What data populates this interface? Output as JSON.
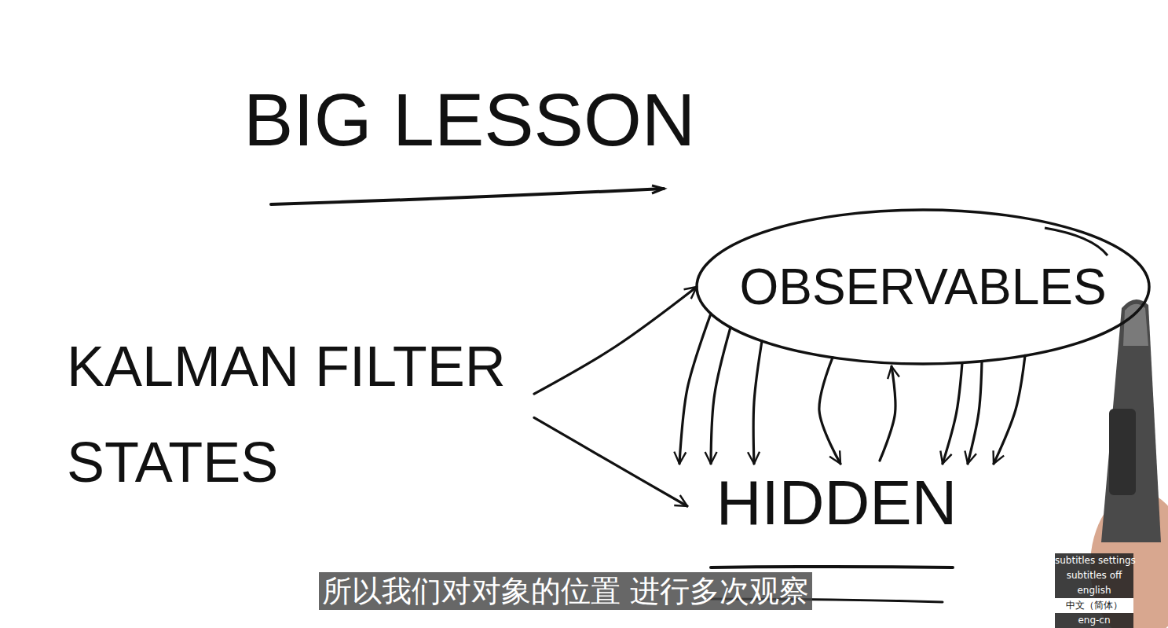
{
  "diagram": {
    "title": "BIG LESSON",
    "nodes": [
      {
        "text": [
          "KALMAN FILTER STATES"
        ]
      },
      {
        "text": [
          "OBSERVABLES"
        ]
      },
      {
        "text": [
          "HIDDEN"
        ]
      }
    ],
    "edges": [
      {
        "from": 0,
        "to": 1,
        "arrow": "to"
      },
      {
        "from": 0,
        "to": 2,
        "arrow": "to"
      },
      {
        "from": 1,
        "to": 2,
        "arrow": "to"
      },
      {
        "from": 1,
        "to": 2,
        "arrow": "to"
      },
      {
        "from": 1,
        "to": 2,
        "arrow": "to"
      },
      {
        "from": 1,
        "to": 2,
        "arrow": "to"
      },
      {
        "from": 2,
        "to": 1,
        "arrow": "to"
      },
      {
        "from": 1,
        "to": 2,
        "arrow": "to"
      },
      {
        "from": 1,
        "to": 2,
        "arrow": "to"
      },
      {
        "from": 1,
        "to": 2,
        "arrow": "to"
      }
    ],
    "labels": [
      "所以我们对对象的位置 进行多次观察",
      "subtitles settings",
      "subtitles off",
      "english",
      "中文（简体）",
      "eng-cn"
    ]
  }
}
